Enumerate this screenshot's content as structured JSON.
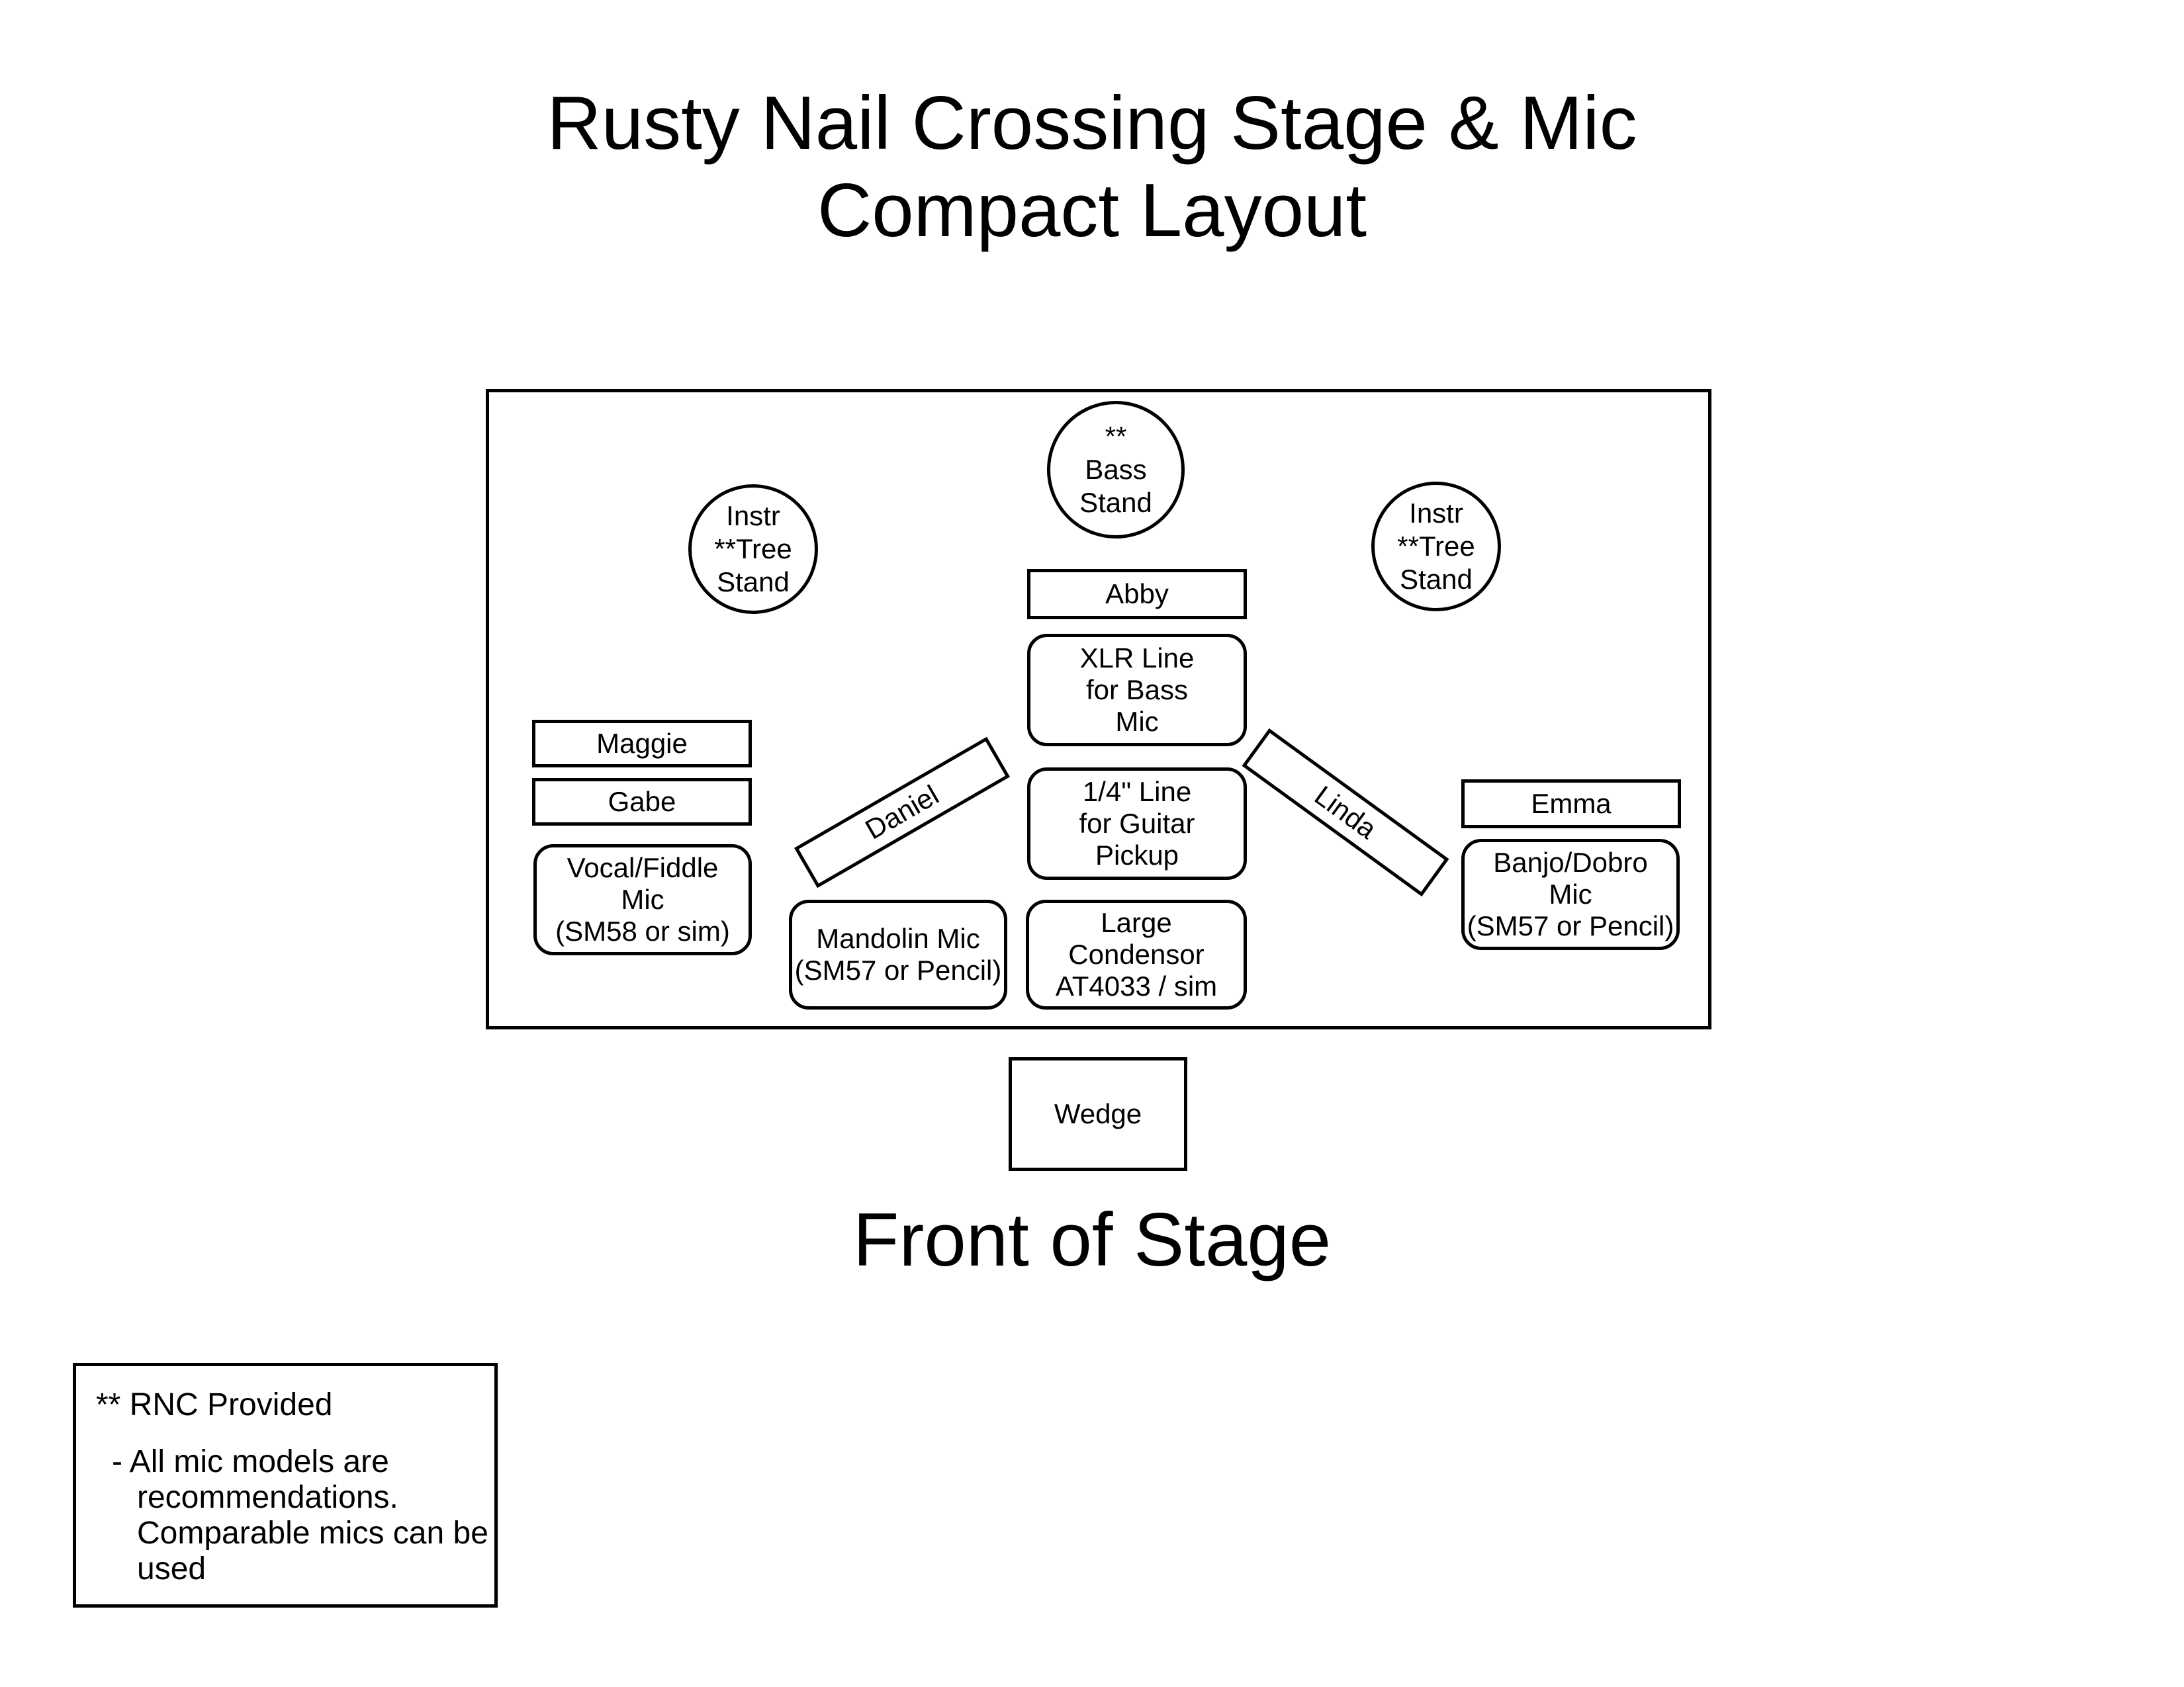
{
  "title": {
    "line1": "Rusty Nail Crossing Stage & Mic",
    "line2": "Compact Layout"
  },
  "stage": {
    "bass_stand": [
      "**",
      "Bass",
      "Stand"
    ],
    "tree_left": [
      "Instr",
      "**Tree",
      "Stand"
    ],
    "tree_right": [
      "Instr",
      "**Tree",
      "Stand"
    ],
    "abby": "Abby",
    "xlr_line": [
      "XLR Line",
      "for Bass",
      "Mic"
    ],
    "quarter_line": [
      "1/4\" Line",
      "for Guitar",
      "Pickup"
    ],
    "large_condensor": [
      "Large",
      "Condensor",
      "AT4033 / sim"
    ],
    "maggie": "Maggie",
    "gabe": "Gabe",
    "vocal_fiddle": [
      "Vocal/Fiddle",
      "Mic",
      "(SM58 or sim)"
    ],
    "daniel": "Daniel",
    "mandolin": [
      "Mandolin Mic",
      "(SM57 or Pencil)"
    ],
    "linda": "Linda",
    "emma": "Emma",
    "banjo_dobro": [
      "Banjo/Dobro",
      "Mic",
      "(SM57 or Pencil)"
    ]
  },
  "wedge": "Wedge",
  "front_of_stage": "Front of Stage",
  "legend": {
    "line1": "** RNC Provided",
    "line2": "- All mic models are",
    "line3": "recommendations.",
    "line4": "Comparable mics can be",
    "line5": "used"
  }
}
